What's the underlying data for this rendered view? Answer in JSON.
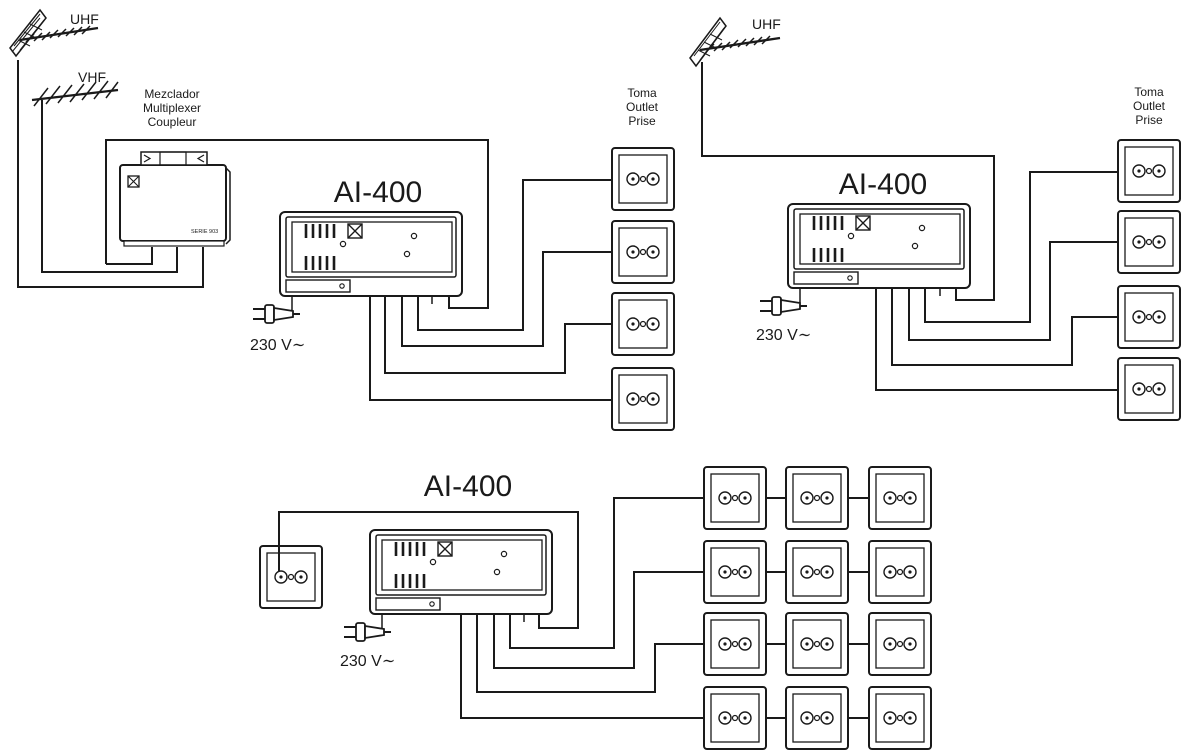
{
  "amplifier": {
    "model": "AI-400",
    "power_label": "230  V∼"
  },
  "antennas": {
    "uhf_label": "UHF",
    "vhf_label": "VHF"
  },
  "mixer": {
    "label_es": "Mezclador",
    "label_en": "Multiplexer",
    "label_fr": "Coupleur",
    "series_label": "SERIE 903"
  },
  "outlet_label": {
    "es": "Toma",
    "en": "Outlet",
    "fr": "Prise"
  },
  "icons": {
    "antenna": "yagi-antenna-icon",
    "outlet": "tv-outlet-icon",
    "plug": "power-plug-icon"
  }
}
